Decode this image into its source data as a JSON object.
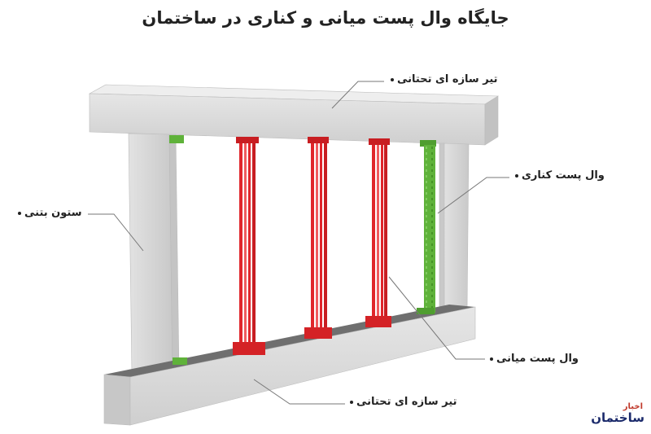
{
  "title": "جایگاه وال پست میانی و کناری در ساختمان",
  "labels": {
    "top_beam": "تیر سازه ای تحتانی",
    "side_post": "وال پست کناری",
    "concrete_column": "ستون بتنی",
    "middle_post": "وال پست میانی",
    "bottom_beam": "تیر سازه ای تحتانی"
  },
  "logo": {
    "small": "اخبار",
    "big": "ساختمان"
  },
  "colors": {
    "concrete": "#d9d9d9",
    "concrete_shadow": "#bdbdbd",
    "middle_post": "#e0262b",
    "side_post": "#5fb23a",
    "leader": "#777777"
  }
}
